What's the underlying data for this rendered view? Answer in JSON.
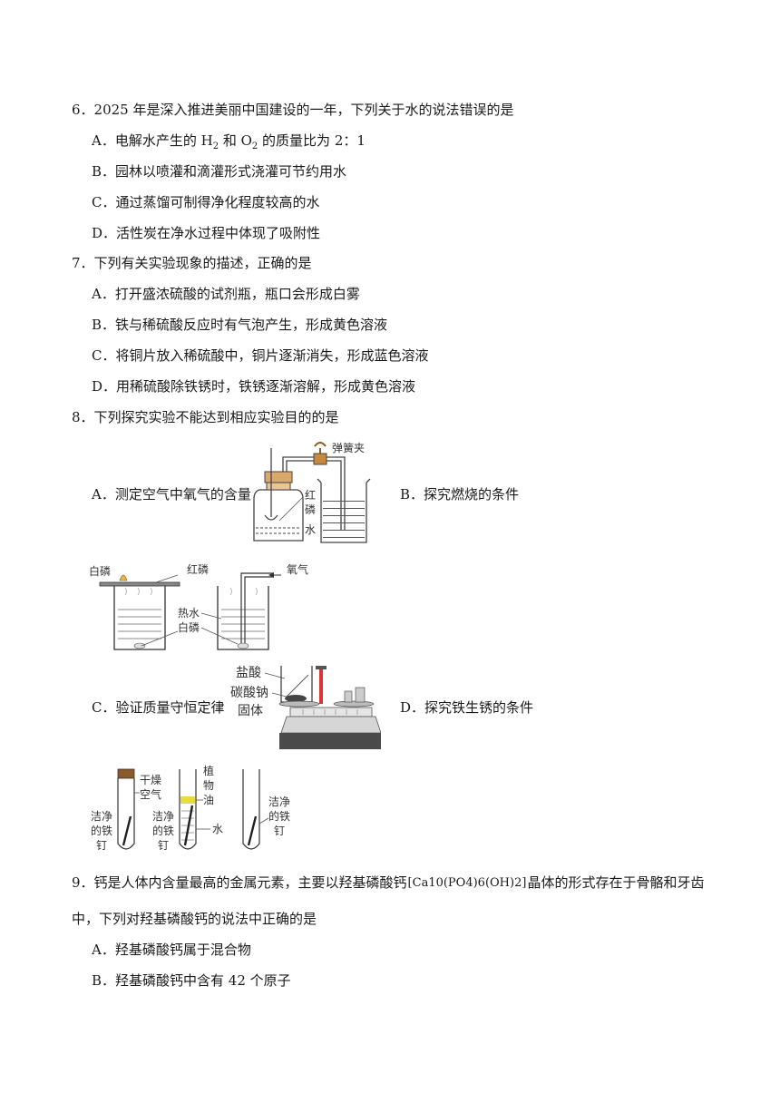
{
  "q6": {
    "stem": "6．2025 年是深入推进美丽中国建设的一年，下列关于水的说法错误的是",
    "a_pre": "A．电解水产生的 H",
    "a_mid1": "2",
    "a_mid2": " 和 O",
    "a_mid3": "2",
    "a_post": " 的质量比为 2：1",
    "b": "B．园林以喷灌和滴灌形式浇灌可节约用水",
    "c": "C．通过蒸馏可制得净化程度较高的水",
    "d": "D．活性炭在净水过程中体现了吸附性"
  },
  "q7": {
    "stem": "7．下列有关实验现象的描述，正确的是",
    "a": "A．打开盛浓硫酸的试剂瓶，瓶口会形成白雾",
    "b": "B．铁与稀硫酸反应时有气泡产生，形成黄色溶液",
    "c": "C．将铜片放入稀硫酸中，铜片逐渐消失，形成蓝色溶液",
    "d": "D．用稀硫酸除铁锈时，铁锈逐渐溶解，形成黄色溶液"
  },
  "q8": {
    "stem": "8．下列探究实验不能达到相应实验目的的是",
    "a": "A．测定空气中氧气的含量",
    "b": "B．探究燃烧的条件",
    "c": "C．验证质量守恒定律",
    "d": "D．探究铁生锈的条件",
    "fig_a": {
      "clamp": "弹簧夹",
      "red_p1": "红",
      "red_p2": "磷",
      "water": "水"
    },
    "fig_b": {
      "white_p": "白磷",
      "red_p": "红磷",
      "oxygen": "氧气",
      "hot_water": "热水",
      "white_p2": "白磷"
    },
    "fig_c": {
      "acid": "盐酸",
      "carbonate1": "碳酸钠",
      "carbonate2": "固体"
    },
    "fig_d": {
      "dry_air1": "干燥",
      "dry_air2": "空气",
      "oil1": "植",
      "oil2": "物",
      "oil3": "油",
      "clean_nail1": "洁净",
      "clean_nail2": "的铁",
      "clean_nail3": "钉",
      "water": "水"
    }
  },
  "q9": {
    "stem_pre": "9．钙是人体内含量最高的金属元素，主要以羟基磷酸钙",
    "formula": "Ca10(PO4)6(OH)2",
    "stem_post": "晶体的形式存在于骨骼和牙齿",
    "stem_line2": "中，下列对羟基磷酸钙的说法中正确的是",
    "a": "A．羟基磷酸钙属于混合物",
    "b": "B．羟基磷酸钙中含有 42 个原子"
  }
}
